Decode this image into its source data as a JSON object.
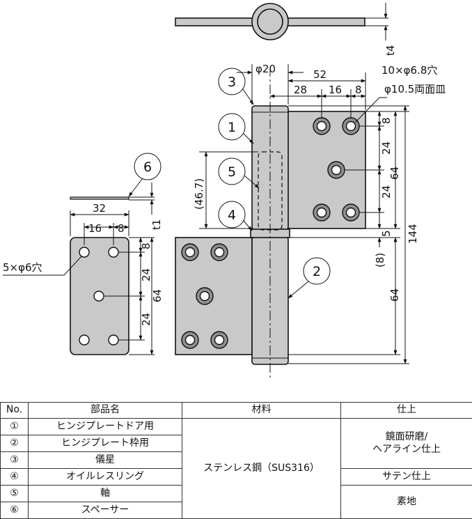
{
  "drawing": {
    "part_numbers": [
      "1",
      "2",
      "3",
      "4",
      "5",
      "6"
    ],
    "thickness": {
      "main": "t4",
      "spacer": "t1"
    },
    "dimensions": {
      "shaft_diameter": "φ20",
      "plate_width": "52",
      "top_row": [
        "28",
        "16",
        "8"
      ],
      "height_right": [
        "8",
        "24",
        "24",
        "5",
        "(8)",
        "64",
        "64",
        "144"
      ],
      "hidden_length": "(46.7)",
      "spacer_width": "32",
      "spacer_row": [
        "16",
        "8"
      ],
      "spacer_height": [
        "8",
        "24",
        "24",
        "64"
      ]
    },
    "hole_notes": {
      "hinge": "10×φ6.8穴",
      "countersink": "φ10.5両面皿",
      "spacer": "5×φ6穴"
    }
  },
  "table": {
    "headers": {
      "no": "No.",
      "name": "部品名",
      "material": "材料",
      "finish": "仕上"
    },
    "rows": [
      {
        "no": "①",
        "name": "ヒンジプレートドア用"
      },
      {
        "no": "②",
        "name": "ヒンジプレート枠用"
      },
      {
        "no": "③",
        "name": "儀星"
      },
      {
        "no": "④",
        "name": "オイルレスリング"
      },
      {
        "no": "⑤",
        "name": "軸"
      },
      {
        "no": "⑥",
        "name": "スペーサー"
      }
    ],
    "material": "ステンレス鋼（SUS316）",
    "finishes": {
      "mirror": "鏡面研磨/",
      "hairline": "ヘアライン仕上",
      "satin": "サテン仕上",
      "plain": "素地"
    }
  }
}
